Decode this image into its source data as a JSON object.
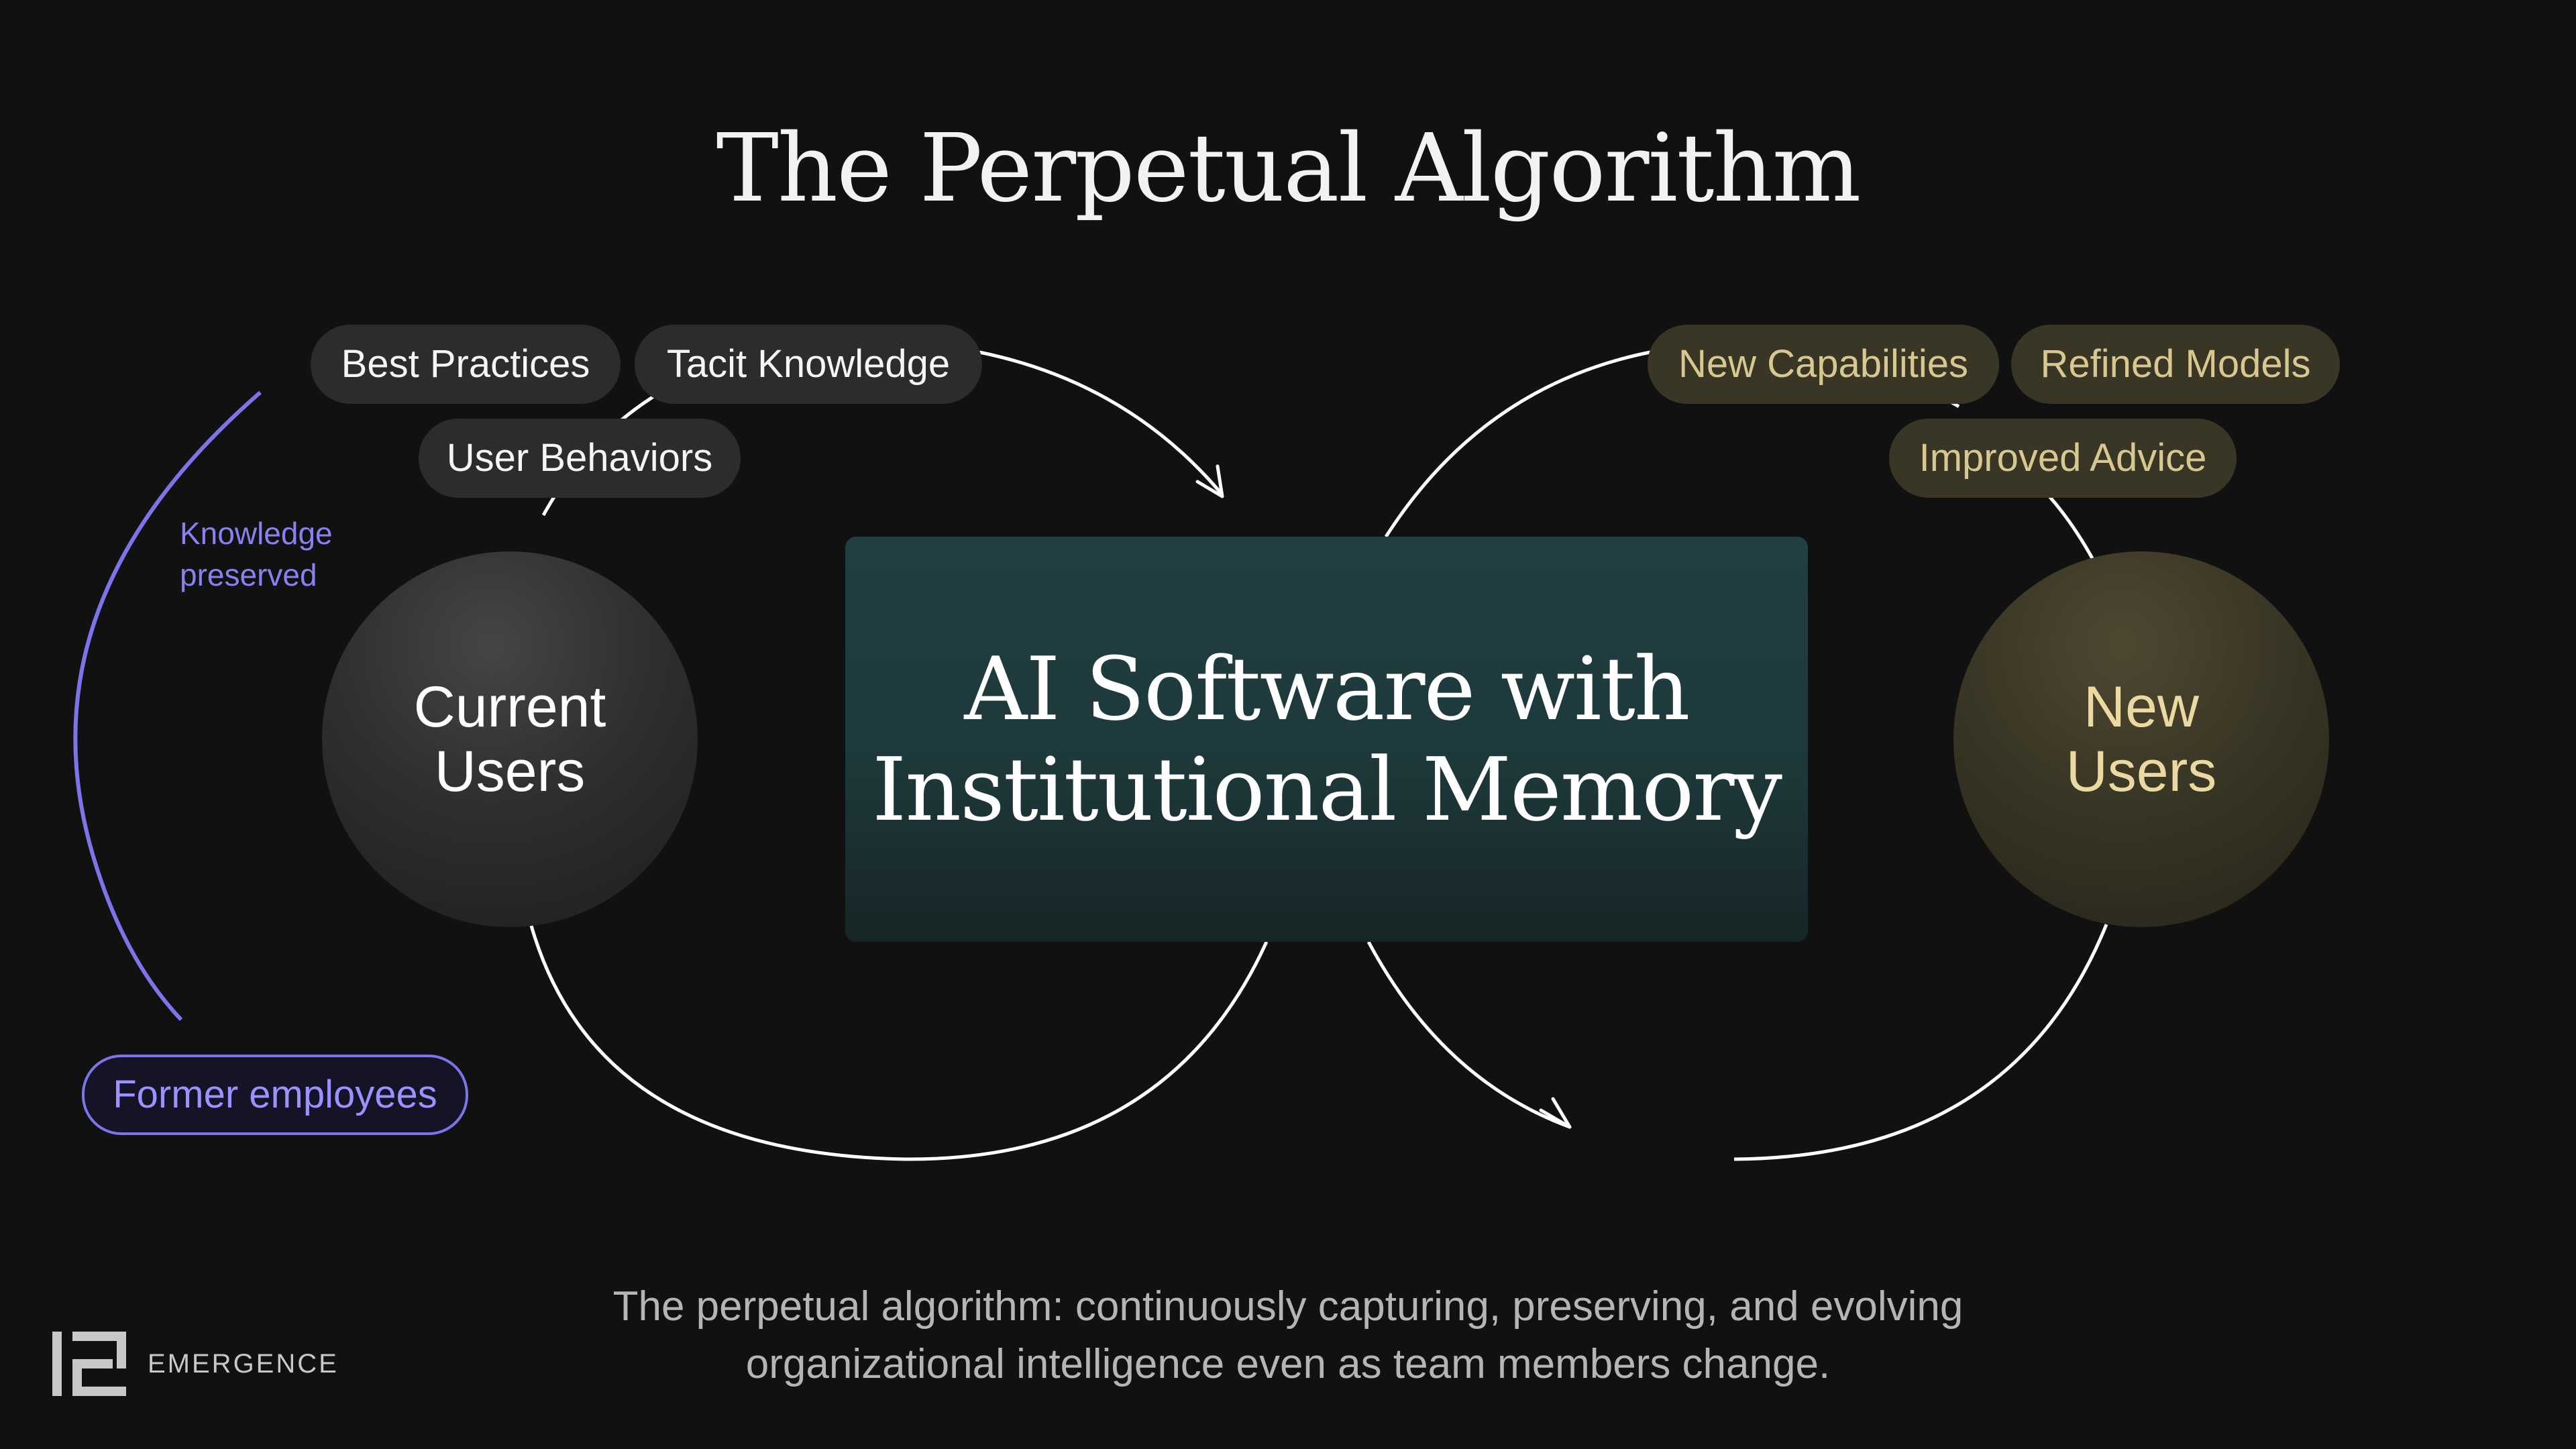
{
  "title": "The Perpetual Algorithm",
  "left_group": {
    "pills": [
      "Best Practices",
      "Tacit Knowledge",
      "User Behaviors"
    ],
    "circle_label": "Current Users"
  },
  "center": {
    "label": "AI Software with Institutional Memory"
  },
  "right_group": {
    "pills": [
      "New Capabilities",
      "Refined Models",
      "Improved Advice"
    ],
    "circle_label": "New Users"
  },
  "side_loop": {
    "note": "Knowledge preserved",
    "pill": "Former employees"
  },
  "caption": "The perpetual algorithm: continuously capturing, preserving, and evolving organizational intelligence even as team members change.",
  "brand": {
    "name": "EMERGENCE"
  },
  "colors": {
    "background": "#111111",
    "accent_violet": "#8a80f0",
    "accent_gold": "#d8c890",
    "core_teal": "#213e40"
  },
  "icons": [
    "emergence-logo-icon",
    "arrow-head-icon"
  ]
}
